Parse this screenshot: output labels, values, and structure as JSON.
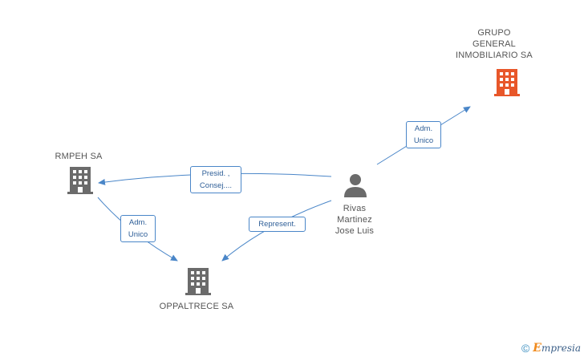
{
  "nodes": {
    "grupo": {
      "label": "GRUPO\nGENERAL\nINMOBILIARIO SA",
      "color": "#e8572a",
      "icon": "building-icon"
    },
    "rmpeh": {
      "label": "RMPEH SA",
      "color": "#6b6b6b",
      "icon": "building-icon"
    },
    "oppaltrece": {
      "label": "OPPALTRECE SA",
      "color": "#6b6b6b",
      "icon": "building-icon"
    },
    "rivas": {
      "label": "Rivas\nMartinez\nJose Luis",
      "color": "#6b6b6b",
      "icon": "person-icon"
    }
  },
  "edges": {
    "rivas_grupo": "Adm.\nUnico",
    "rivas_rmpeh": "Presid. ,\nConsej....",
    "rivas_oppaltrece": "Represent.",
    "rmpeh_oppaltrece": "Adm.\nUnico"
  },
  "colors": {
    "edge": "#4a86c8"
  },
  "footer": {
    "copyright": "©",
    "brand_first": "E",
    "brand_rest": "mpresia"
  }
}
